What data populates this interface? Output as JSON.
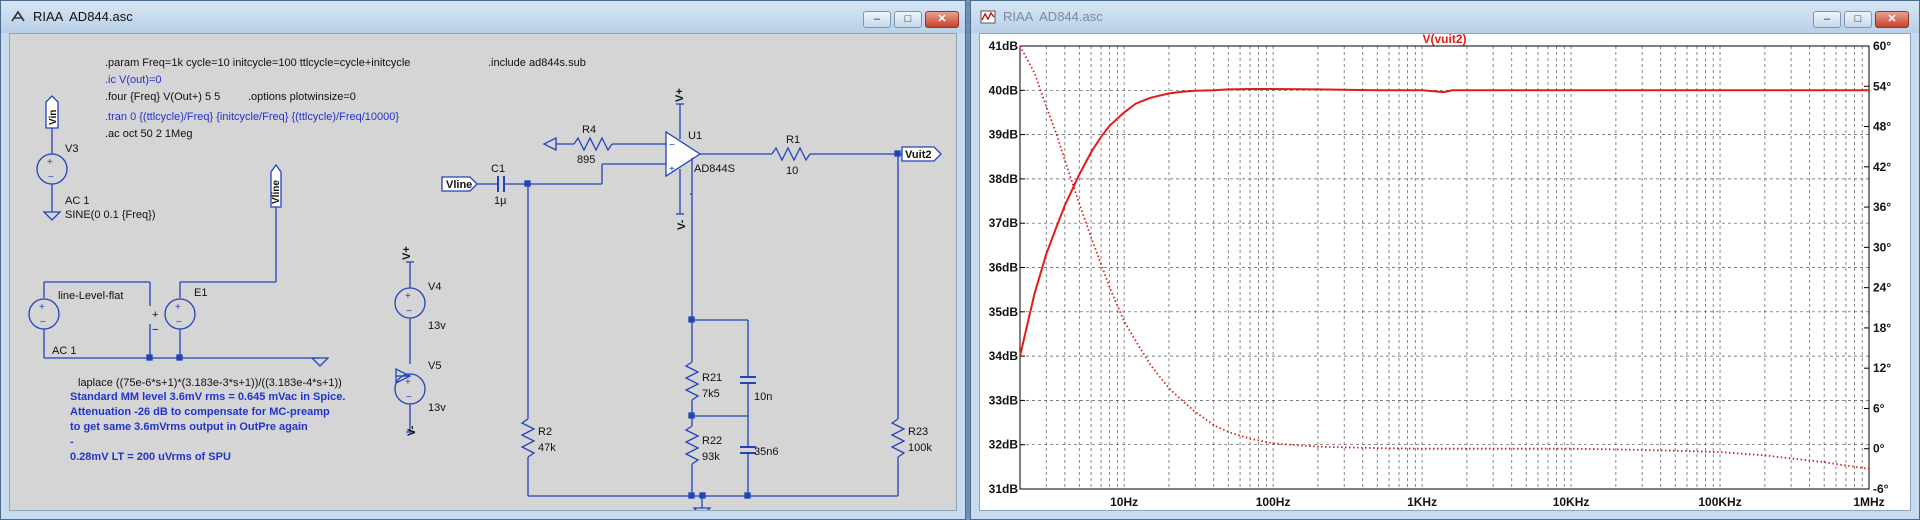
{
  "left_window": {
    "title": "RIAA  AD844.asc",
    "buttons": {
      "minimize": "–",
      "maximize": "□",
      "close": "✕"
    },
    "directives": {
      "param": ".param Freq=1k cycle=10 initcycle=100 ttlcycle=cycle+initcycle",
      "include": ".include ad844s.sub",
      "ic": ".ic V(out)=0",
      "four": ".four {Freq} V(Out+) 5 5",
      "options": ".options plotwinsize=0",
      "tran": ".tran 0 {(ttlcycle)/Freq} {initcycle/Freq} {(ttlcycle)/Freq/10000}",
      "ac": ".ac oct 50 2 1Meg"
    },
    "labels": {
      "vin": "Vin",
      "vline_flag": "Vline",
      "vline_in": "Vline",
      "vuit2": "Vuit2",
      "vplus_u1": "V+",
      "vminus_u1": "V-",
      "vplus_v4": "V+",
      "vminus_v5": "V-",
      "v3_name": "V3",
      "v3_ac": "AC 1",
      "v3_sine": "SINE(0 0.1 {Freq})",
      "src_label": "line-Level-flat",
      "src_ac": "AC 1",
      "e1_name": "E1",
      "e1_plus": "+",
      "e1_minus": "−",
      "laplace": "laplace ((75e-6*s+1)*(3.183e-3*s+1))/((3.183e-4*s+1))",
      "v4_name": "V4",
      "v4_value": "13v",
      "v5_name": "V5",
      "v5_value": "13v",
      "r4_name": "R4",
      "r4_value": "895",
      "u1_name": "U1",
      "u1_model": "AD844S",
      "c1_name": "C1",
      "c1_value": "1µ",
      "r1_name": "R1",
      "r1_value": "10",
      "r2_name": "R2",
      "r2_value": "47k",
      "r21_name": "R21",
      "r21_value": "7k5",
      "r22_name": "R22",
      "r22_value": "93k",
      "c_10n_value": "10n",
      "c_35n6_value": "35n6",
      "r23_name": "R23",
      "r23_value": "100k"
    },
    "comments": [
      "Standard MM level 3.6mV rms = 0.645 mVac in Spice.",
      "Attenuation -26 dB to compensate for MC-preamp",
      "to get same 3.6mVrms output in OutPre again",
      "-",
      "0.28mV LT = 200 uVrms of SPU"
    ]
  },
  "right_window": {
    "title": "RIAA  AD844.asc",
    "buttons": {
      "minimize": "–",
      "maximize": "□",
      "close": "✕"
    }
  },
  "chart_data": {
    "type": "line",
    "title": "V(vuit2)",
    "xlabel": "",
    "ylabel": "",
    "x_scale": "log",
    "xlim": [
      2,
      1000000
    ],
    "ylim": [
      31,
      41
    ],
    "y2lim": [
      -6,
      60
    ],
    "x_ticks": [
      {
        "value": 10,
        "label": "10Hz"
      },
      {
        "value": 100,
        "label": "100Hz"
      },
      {
        "value": 1000,
        "label": "1KHz"
      },
      {
        "value": 10000,
        "label": "10KHz"
      },
      {
        "value": 100000,
        "label": "100KHz"
      },
      {
        "value": 1000000,
        "label": "1MHz"
      }
    ],
    "y_ticks": [
      {
        "value": 31,
        "label": "31dB"
      },
      {
        "value": 32,
        "label": "32dB"
      },
      {
        "value": 33,
        "label": "33dB"
      },
      {
        "value": 34,
        "label": "34dB"
      },
      {
        "value": 35,
        "label": "35dB"
      },
      {
        "value": 36,
        "label": "36dB"
      },
      {
        "value": 37,
        "label": "37dB"
      },
      {
        "value": 38,
        "label": "38dB"
      },
      {
        "value": 39,
        "label": "39dB"
      },
      {
        "value": 40,
        "label": "40dB"
      },
      {
        "value": 41,
        "label": "41dB"
      }
    ],
    "y2_ticks": [
      {
        "value": -6,
        "label": "-6°"
      },
      {
        "value": 0,
        "label": "0°"
      },
      {
        "value": 6,
        "label": "6°"
      },
      {
        "value": 12,
        "label": "12°"
      },
      {
        "value": 18,
        "label": "18°"
      },
      {
        "value": 24,
        "label": "24°"
      },
      {
        "value": 30,
        "label": "30°"
      },
      {
        "value": 36,
        "label": "36°"
      },
      {
        "value": 42,
        "label": "42°"
      },
      {
        "value": 48,
        "label": "48°"
      },
      {
        "value": 54,
        "label": "54°"
      },
      {
        "value": 60,
        "label": "60°"
      }
    ],
    "grid": true,
    "color": "#e31b1b",
    "series": [
      {
        "name": "V(vuit2)",
        "axis": "left",
        "style": "solid",
        "x": [
          2,
          2.5,
          3,
          3.5,
          4,
          5,
          6,
          7,
          8,
          10,
          12,
          15,
          20,
          25,
          30,
          40,
          50,
          70,
          100,
          200,
          500,
          1000,
          1200,
          1400,
          1600,
          2000,
          5000,
          10000,
          100000,
          1000000
        ],
        "values": [
          34.0,
          35.4,
          36.3,
          36.9,
          37.4,
          38.1,
          38.6,
          38.95,
          39.2,
          39.5,
          39.7,
          39.83,
          39.93,
          39.97,
          39.99,
          40.0,
          40.02,
          40.03,
          40.03,
          40.02,
          40.0,
          40.0,
          39.98,
          39.96,
          40.0,
          40.0,
          40.0,
          40.0,
          40.0,
          40.0
        ]
      },
      {
        "name": "phase",
        "axis": "right",
        "style": "dotted",
        "x": [
          2,
          2.5,
          3,
          3.5,
          4,
          5,
          6,
          7,
          8,
          10,
          12,
          15,
          20,
          25,
          30,
          40,
          50,
          70,
          100,
          200,
          500,
          1000,
          2000,
          5000,
          10000,
          20000,
          50000,
          100000,
          200000,
          500000,
          1000000
        ],
        "values": [
          60,
          56,
          51,
          47,
          43,
          36.5,
          31.5,
          27.5,
          24,
          19,
          16,
          12.5,
          9,
          7,
          5.5,
          3.5,
          2.5,
          1.5,
          0.8,
          0.3,
          0.1,
          0,
          0,
          0,
          0,
          -0.1,
          -0.3,
          -0.5,
          -1,
          -2,
          -3
        ]
      }
    ]
  }
}
